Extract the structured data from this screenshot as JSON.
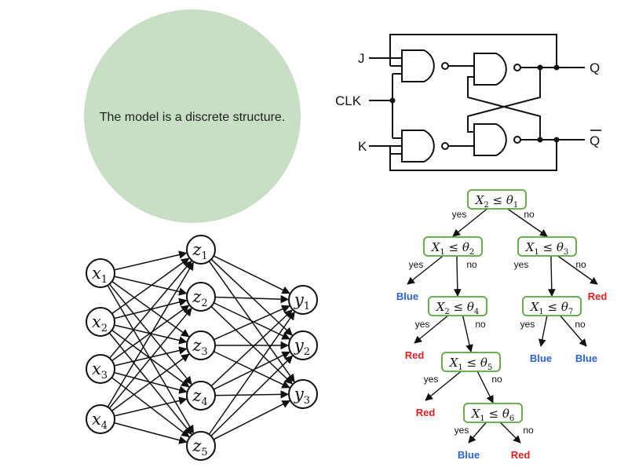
{
  "bubble": {
    "text": "The model is a discrete structure.",
    "color": "#c8dfc5"
  },
  "flipflop": {
    "inputs": {
      "j": "J",
      "clk": "CLK",
      "k": "K"
    },
    "outputs": {
      "q": "Q",
      "qbar": "Q"
    }
  },
  "network": {
    "inputs": [
      {
        "sym": "x",
        "sub": "1"
      },
      {
        "sym": "x",
        "sub": "2"
      },
      {
        "sym": "x",
        "sub": "3"
      },
      {
        "sym": "x",
        "sub": "4"
      }
    ],
    "hidden": [
      {
        "sym": "z",
        "sub": "1"
      },
      {
        "sym": "z",
        "sub": "2"
      },
      {
        "sym": "z",
        "sub": "3"
      },
      {
        "sym": "z",
        "sub": "4"
      },
      {
        "sym": "z",
        "sub": "5"
      }
    ],
    "outputs": [
      {
        "sym": "y",
        "sub": "1"
      },
      {
        "sym": "y",
        "sub": "2"
      },
      {
        "sym": "y",
        "sub": "3"
      }
    ]
  },
  "tree": {
    "colors": {
      "node_border": "#5aa63a",
      "red": "#e02020",
      "blue": "#2a64d8"
    },
    "nodes": [
      {
        "id": "n1",
        "var": "X",
        "vsub": "2",
        "theta": "θ",
        "tsub": "1"
      },
      {
        "id": "n2",
        "var": "X",
        "vsub": "1",
        "theta": "θ",
        "tsub": "2"
      },
      {
        "id": "n3",
        "var": "X",
        "vsub": "1",
        "theta": "θ",
        "tsub": "3"
      },
      {
        "id": "n4",
        "var": "X",
        "vsub": "2",
        "theta": "θ",
        "tsub": "4"
      },
      {
        "id": "n7",
        "var": "X",
        "vsub": "1",
        "theta": "θ",
        "tsub": "7"
      },
      {
        "id": "n5",
        "var": "X",
        "vsub": "1",
        "theta": "θ",
        "tsub": "5"
      },
      {
        "id": "n6",
        "var": "X",
        "vsub": "1",
        "theta": "θ",
        "tsub": "6"
      }
    ],
    "edge_labels": [
      {
        "id": "e1y",
        "text": "yes"
      },
      {
        "id": "e1n",
        "text": "no"
      },
      {
        "id": "e2y",
        "text": "yes"
      },
      {
        "id": "e2n",
        "text": "no"
      },
      {
        "id": "e3y",
        "text": "yes"
      },
      {
        "id": "e3n",
        "text": "no"
      },
      {
        "id": "e4y",
        "text": "yes"
      },
      {
        "id": "e4n",
        "text": "no"
      },
      {
        "id": "e7y",
        "text": "yes"
      },
      {
        "id": "e7n",
        "text": "no"
      },
      {
        "id": "e5y",
        "text": "yes"
      },
      {
        "id": "e5n",
        "text": "no"
      },
      {
        "id": "e6y",
        "text": "yes"
      },
      {
        "id": "e6n",
        "text": "no"
      }
    ],
    "leaves": [
      {
        "id": "l2y",
        "text": "Blue",
        "cls": "blue"
      },
      {
        "id": "l3n",
        "text": "Red",
        "cls": "red"
      },
      {
        "id": "l4y",
        "text": "Red",
        "cls": "red"
      },
      {
        "id": "l7y",
        "text": "Blue",
        "cls": "blue"
      },
      {
        "id": "l7n",
        "text": "Blue",
        "cls": "blue"
      },
      {
        "id": "l5y",
        "text": "Red",
        "cls": "red"
      },
      {
        "id": "l6y",
        "text": "Blue",
        "cls": "blue"
      },
      {
        "id": "l6n",
        "text": "Red",
        "cls": "red"
      }
    ]
  }
}
